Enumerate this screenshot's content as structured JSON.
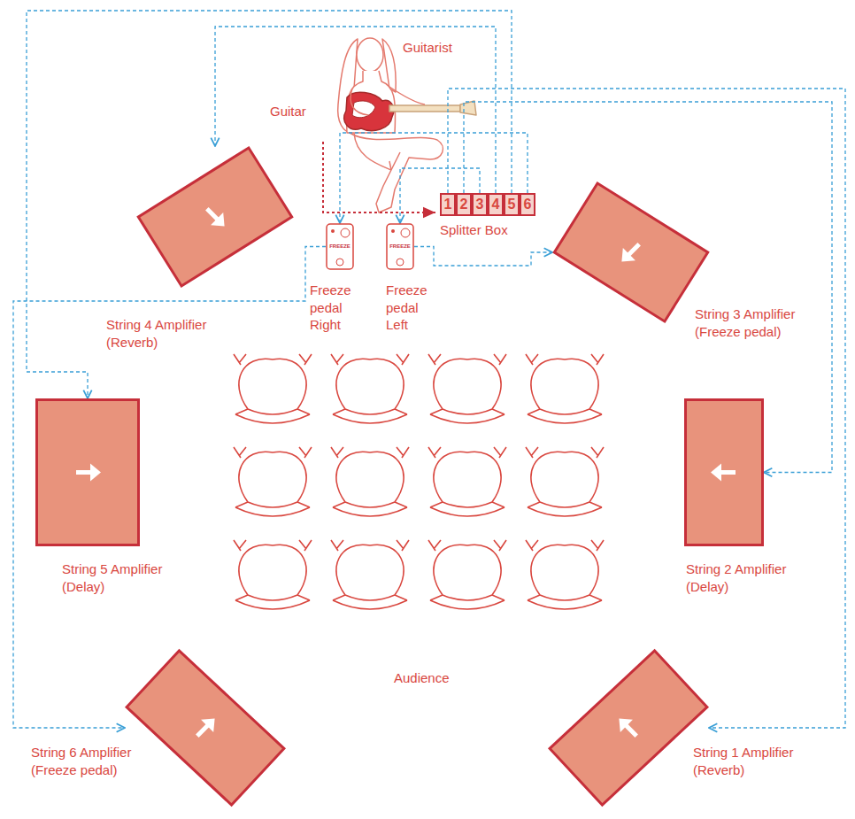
{
  "diagram": {
    "nodes": [
      {
        "text": [
          "String 4 Amplifier (Reverb)"
        ]
      },
      {
        "text": [
          "Splitter Box"
        ]
      },
      {
        "text": [
          "1"
        ],
        "in": 1
      },
      {
        "text": [
          "2"
        ],
        "in": 1
      },
      {
        "text": [
          "3"
        ],
        "in": 1
      },
      {
        "text": [
          "4"
        ],
        "in": 1
      },
      {
        "text": [
          "5"
        ],
        "in": 1
      },
      {
        "text": [
          "6"
        ],
        "in": 1
      },
      {
        "text": [
          "FREEZE",
          "Freeze pedal Right"
        ]
      },
      {
        "text": [
          "FREEZE",
          "Freeze pedal Left"
        ]
      },
      {
        "text": [
          "String 3 Amplifier (Freeze pedal)"
        ]
      },
      {
        "text": [
          "String 5 Amplifier (Delay)"
        ]
      },
      {
        "text": [
          "String 2 Amplifier (Delay)"
        ]
      },
      {
        "text": [
          "String 6 Amplifier (Freeze pedal)"
        ]
      },
      {
        "text": [
          "String 1 Amplifier (Reverb)"
        ]
      }
    ],
    "edges": [
      {
        "from": 2,
        "to": 14,
        "arrow": "to"
      },
      {
        "from": 3,
        "to": 12,
        "arrow": "to"
      },
      {
        "from": 4,
        "to": 9,
        "arrow": "to"
      },
      {
        "from": 9,
        "to": 10,
        "arrow": "to"
      },
      {
        "from": 7,
        "to": 8,
        "arrow": "to"
      },
      {
        "from": 8,
        "to": 13,
        "arrow": "to"
      },
      {
        "from": 5,
        "to": 0,
        "arrow": "to"
      },
      {
        "from": 6,
        "to": 11,
        "arrow": "to"
      }
    ],
    "labels": [
      "Guitarist",
      "Guitar",
      "Audience"
    ]
  }
}
